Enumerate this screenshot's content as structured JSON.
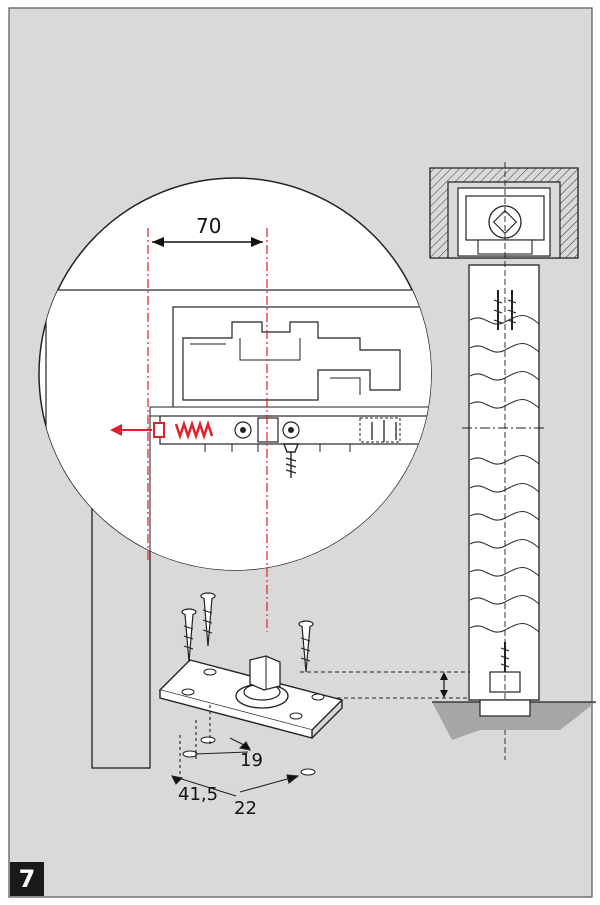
{
  "step": {
    "number": "7"
  },
  "dimensions": {
    "top_spacing": "70",
    "hole_offset": "19",
    "plate_length": "41,5",
    "plate_width": "22"
  },
  "colors": {
    "background": "#d9d9d9",
    "frame": "#555555",
    "accent": "#e0202a",
    "wood_line": "#333333",
    "floor": "#a6a6a6"
  }
}
